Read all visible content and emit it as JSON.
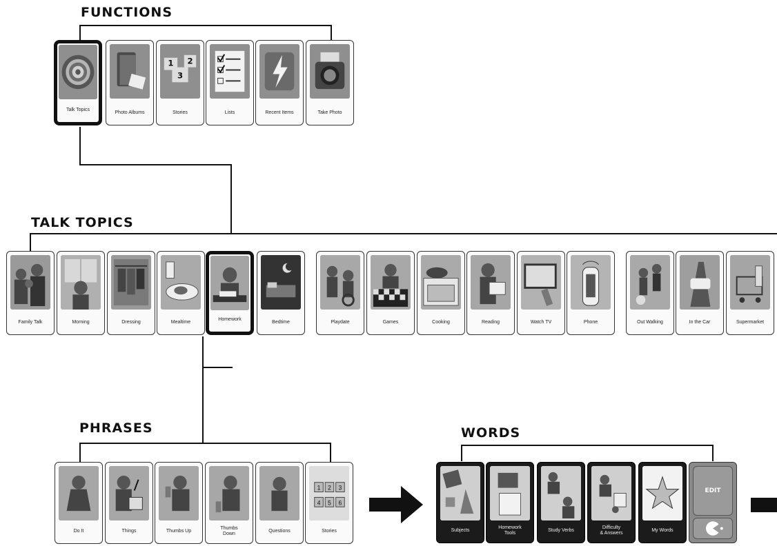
{
  "headings": {
    "functions": "FUNCTIONS",
    "talk_topics": "TALK TOPICS",
    "phrases": "PHRASES",
    "words": "WORDS"
  },
  "functions": [
    {
      "label": "Talk Topics",
      "icon": "target-icon",
      "selected": true
    },
    {
      "label": "Photo Albums",
      "icon": "photo-album-icon",
      "selected": false
    },
    {
      "label": "Stories",
      "icon": "stories-icon",
      "selected": false
    },
    {
      "label": "Lists",
      "icon": "checklist-icon",
      "selected": false
    },
    {
      "label": "Recent Items",
      "icon": "lightning-icon",
      "selected": false
    },
    {
      "label": "Take Photo",
      "icon": "camera-icon",
      "selected": false
    }
  ],
  "talk_topics": [
    {
      "label": "Family Talk",
      "icon": "family-icon",
      "selected": false
    },
    {
      "label": "Morning",
      "icon": "morning-icon",
      "selected": false
    },
    {
      "label": "Dressing",
      "icon": "closet-icon",
      "selected": false
    },
    {
      "label": "Mealtime",
      "icon": "meal-icon",
      "selected": false
    },
    {
      "label": "Homework",
      "icon": "homework-icon",
      "selected": true
    },
    {
      "label": "Bedtime",
      "icon": "bed-icon",
      "selected": false
    },
    {
      "label": "Playdate",
      "icon": "playdate-icon",
      "selected": false
    },
    {
      "label": "Games",
      "icon": "checkers-icon",
      "selected": false
    },
    {
      "label": "Cooking",
      "icon": "stove-icon",
      "selected": false
    },
    {
      "label": "Reading",
      "icon": "reading-icon",
      "selected": false
    },
    {
      "label": "Watch TV",
      "icon": "tv-icon",
      "selected": false
    },
    {
      "label": "Phone",
      "icon": "phone-icon",
      "selected": false
    },
    {
      "label": "Out Walking",
      "icon": "walking-icon",
      "selected": false
    },
    {
      "label": "In the Car",
      "icon": "car-icon",
      "selected": false
    },
    {
      "label": "Supermarket",
      "icon": "cart-icon",
      "selected": false
    }
  ],
  "phrases": [
    {
      "label": "Do It",
      "icon": "do-it-icon"
    },
    {
      "label": "Things",
      "icon": "things-icon"
    },
    {
      "label": "Thumbs Up",
      "icon": "thumbs-up-icon"
    },
    {
      "label": "Thumbs\nDown",
      "icon": "thumbs-down-icon"
    },
    {
      "label": "Questions",
      "icon": "questions-icon"
    },
    {
      "label": "Stories",
      "icon": "numbered-boxes-icon",
      "numbers": [
        "1",
        "2",
        "3",
        "4",
        "5",
        "6"
      ]
    }
  ],
  "words": [
    {
      "label": "Subjects",
      "icon": "subjects-icon"
    },
    {
      "label": "Homework\nTools",
      "icon": "computer-icon"
    },
    {
      "label": "Study Verbs",
      "icon": "study-icon"
    },
    {
      "label": "Difficulty\n& Answers",
      "icon": "difficulty-icon"
    },
    {
      "label": "My Words",
      "icon": "star-icon"
    }
  ],
  "stories_numbers": [
    "1",
    "3",
    "2"
  ],
  "edit": {
    "label": "EDIT",
    "icon": "pacman-icon"
  },
  "icons": {
    "next_arrow": "right-arrow-icon"
  },
  "colors": {
    "ink": "#111111",
    "tile": "#fafafa",
    "picture": "#9d9d9d",
    "dark_tile": "#1b1b1b",
    "edit_tile": "#8a8a8a"
  }
}
